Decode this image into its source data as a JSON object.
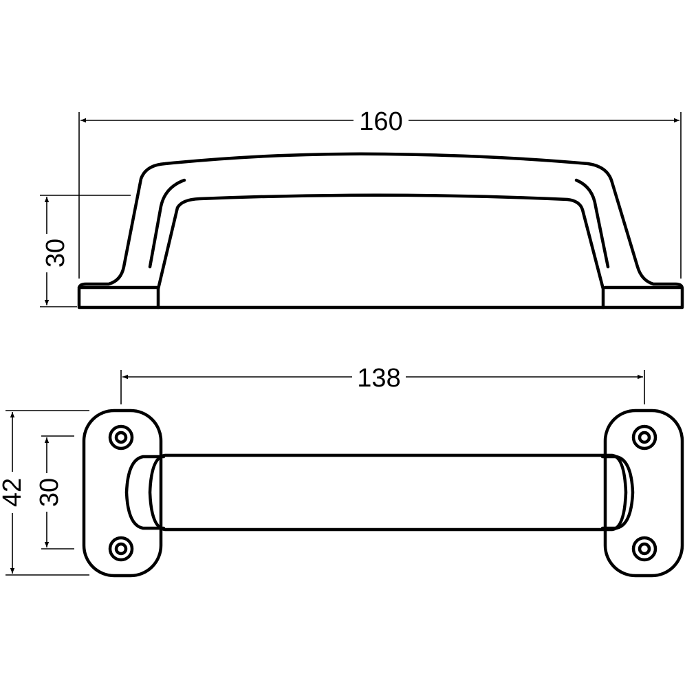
{
  "dimensions": {
    "side_view": {
      "overall_length": "160",
      "height": "30"
    },
    "top_view": {
      "hole_spacing": "138",
      "base_width": "42",
      "grip_width": "30"
    }
  }
}
